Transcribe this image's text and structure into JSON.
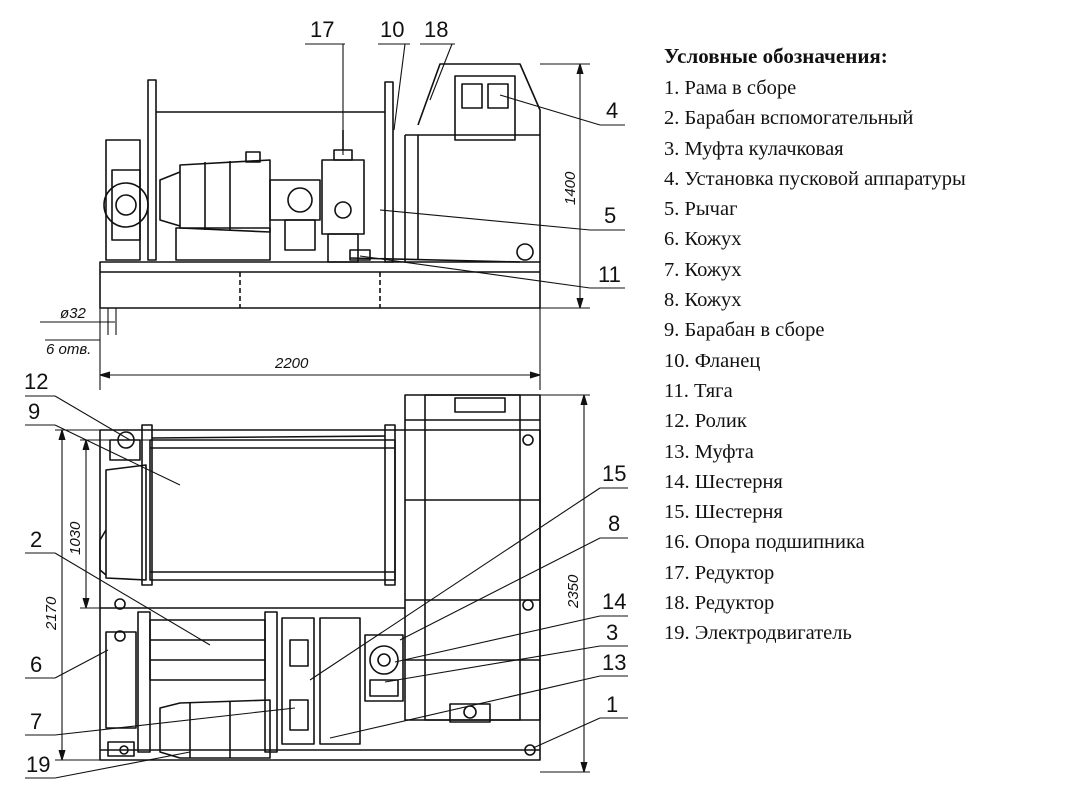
{
  "legend": {
    "title": "Условные обозначения:",
    "items": [
      "1. Рама в сборе",
      "2. Барабан вспомогательный",
      "3. Муфта кулачковая",
      "4. Установка пусковой аппаратуры",
      "5. Рычаг",
      "6. Кожух",
      "7. Кожух",
      "8. Кожух",
      "9. Барабан в сборе",
      "10. Фланец",
      "11. Тяга",
      "12. Ролик",
      "13. Муфта",
      "14. Шестерня",
      "15. Шестерня",
      "16. Опора подшипника",
      "17. Редуктор",
      "18. Редуктор",
      "19. Электродвигатель"
    ]
  },
  "callouts": [
    "17",
    "10",
    "18",
    "4",
    "5",
    "11",
    "12",
    "9",
    "15",
    "8",
    "2",
    "14",
    "3",
    "13",
    "6",
    "7",
    "1",
    "19"
  ],
  "dimensions": {
    "height_top": "1400",
    "length": "2200",
    "hole_diameter": "ø32",
    "hole_count": "6 отв.",
    "width_total": "2170",
    "width_drum": "1030",
    "width_frame": "2350"
  }
}
